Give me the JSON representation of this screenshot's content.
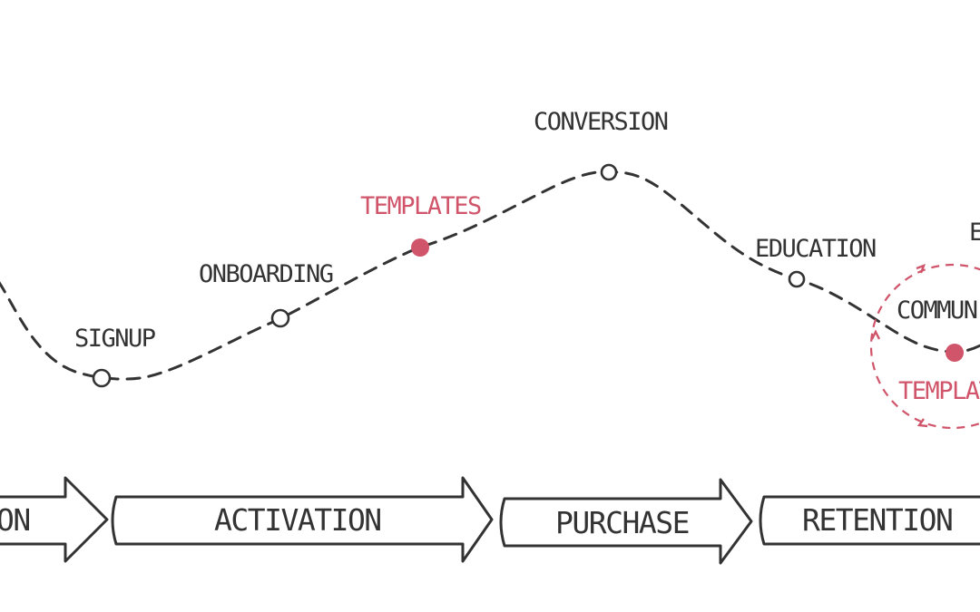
{
  "milestones": {
    "signup": "SIGNUP",
    "onboarding": "ONBOARDING",
    "templates": "TEMPLATES",
    "conversion": "CONVERSION",
    "education": "EDUCATION",
    "community": "COMMUN",
    "templates_loop": "TEMPLAT",
    "edge_fragment": "E"
  },
  "stages": {
    "first_fragment": "ON",
    "activation": "ACTIVATION",
    "purchase": "PURCHASE",
    "retention": "RETENTION"
  },
  "colors": {
    "ink": "#333333",
    "accent": "#d0556a"
  }
}
